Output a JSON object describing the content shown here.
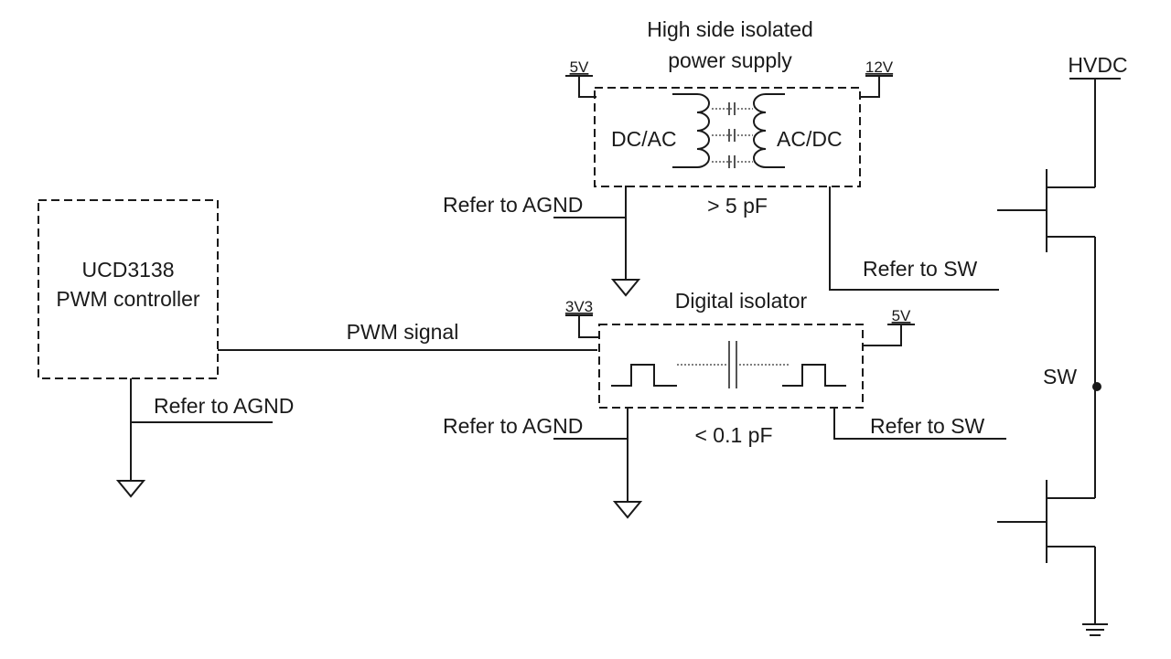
{
  "title": {
    "line1": "High side isolated",
    "line2": "power supply"
  },
  "power_supply": {
    "left_label": "DC/AC",
    "right_label": "AC/DC",
    "rail_in": "5V",
    "rail_out": "12V",
    "capacitance": "> 5 pF",
    "ref_left": "Refer to AGND",
    "ref_right": "Refer to SW"
  },
  "controller": {
    "line1": "UCD3138",
    "line2": "PWM controller",
    "ref": "Refer to AGND"
  },
  "signal_label": "PWM signal",
  "isolator": {
    "title": "Digital isolator",
    "rail_in": "3V3",
    "rail_out": "5V",
    "capacitance": "< 0.1 pF",
    "ref_left": "Refer to AGND",
    "ref_right": "Refer to SW"
  },
  "switch_stage": {
    "hvdc": "HVDC",
    "sw": "SW"
  }
}
